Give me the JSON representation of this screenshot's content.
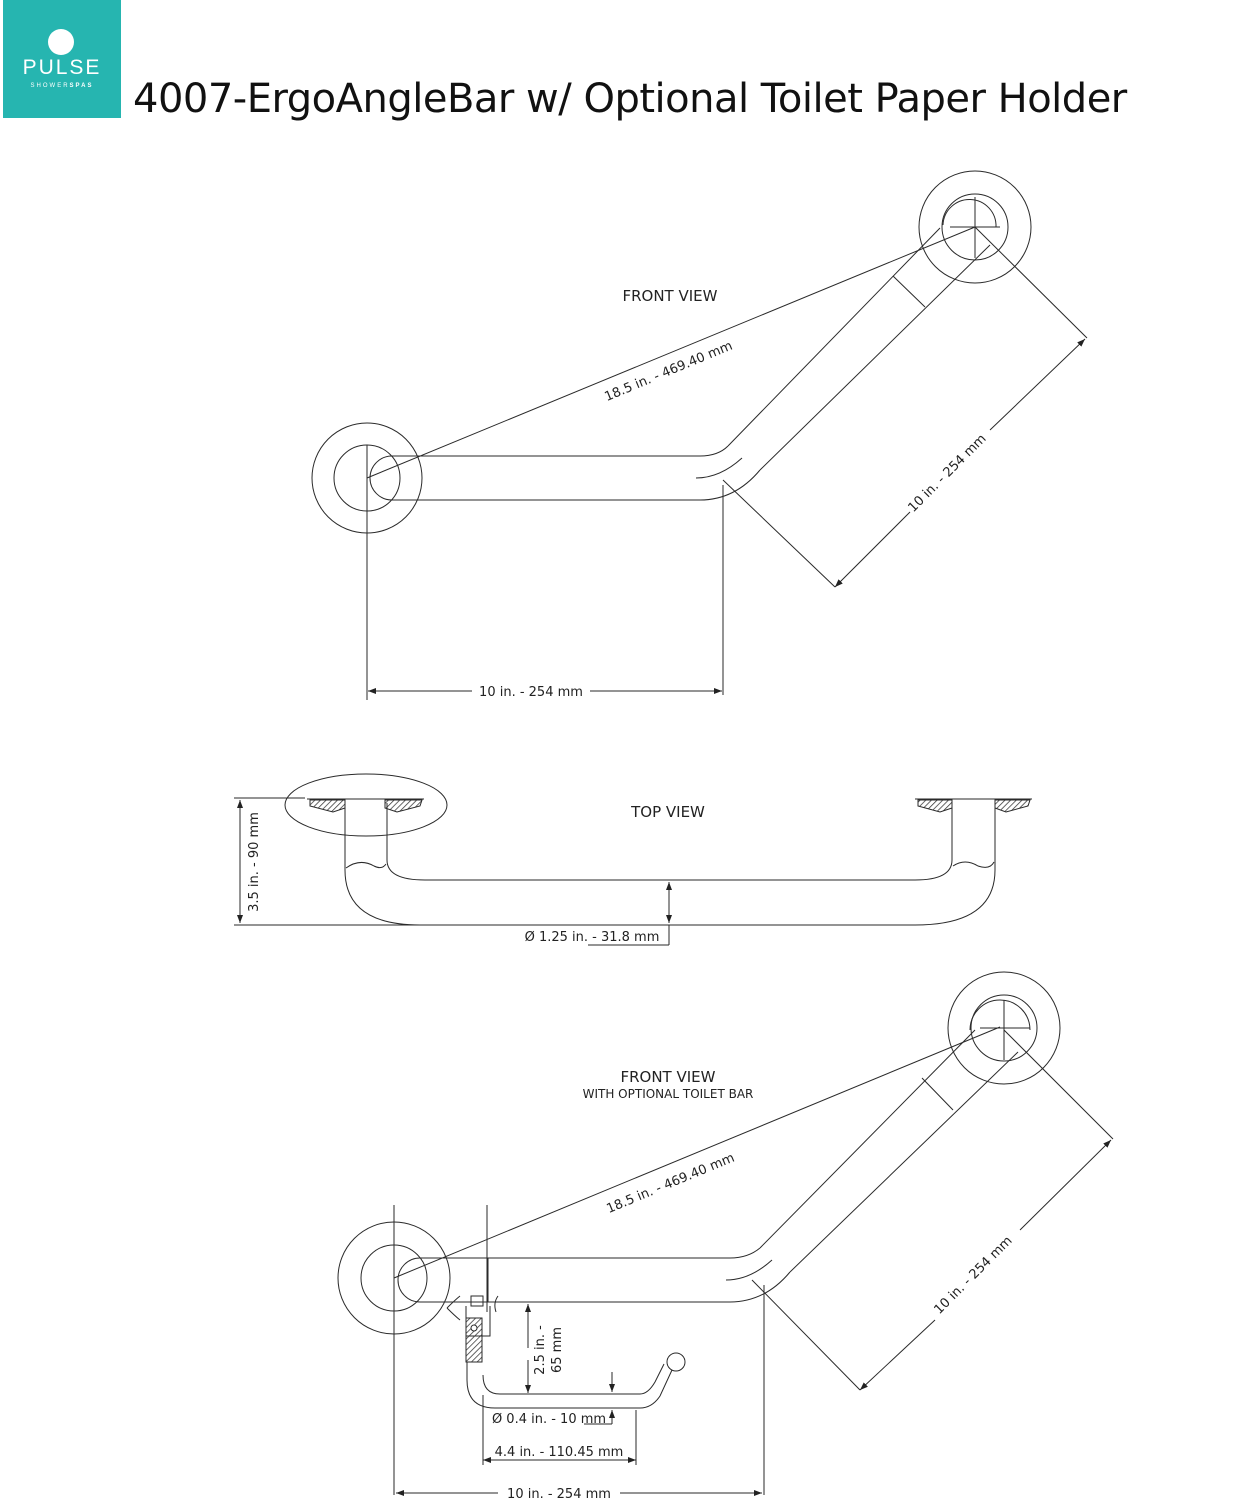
{
  "header": {
    "logo": {
      "brand": "PULSE",
      "sub_light": "SHOWER",
      "sub_bold": "SPAS",
      "bg_color": "#26b5b0"
    },
    "title": "4007-ErgoAngleBar w/ Optional Toilet Paper Holder"
  },
  "views": {
    "front": {
      "label": "FRONT VIEW",
      "dim_diagonal": "18.5 in. - 469.40 mm",
      "dim_angled_arm": "10 in. - 254 mm",
      "dim_horizontal": "10 in. - 254 mm"
    },
    "top": {
      "label": "TOP VIEW",
      "dim_projection": "3.5 in. - 90 mm",
      "dim_diameter": "Ø 1.25 in. - 31.8 mm"
    },
    "front_toilet": {
      "label": "FRONT VIEW",
      "sublabel": "WITH OPTIONAL TOILET BAR",
      "dim_diagonal": "18.5 in. - 469.40 mm",
      "dim_angled_arm": "10 in. - 254 mm",
      "dim_drop_line1": "2.5 in. -",
      "dim_drop_line2": "65 mm",
      "dim_holder_diameter": "Ø 0.4 in. - 10 mm",
      "dim_holder_length": "4.4 in. - 110.45 mm",
      "dim_horizontal": "10 in. - 254 mm"
    }
  },
  "colors": {
    "line": "#2a2a2a",
    "accent": "#26b5b0"
  }
}
